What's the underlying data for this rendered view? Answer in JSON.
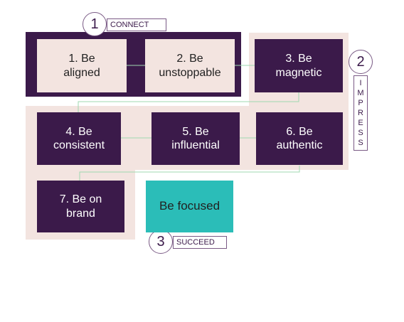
{
  "stages": [
    {
      "number": "1",
      "label": "CONNECT"
    },
    {
      "number": "2",
      "label": "IMPRESS"
    },
    {
      "number": "3",
      "label": "SUCCEED"
    }
  ],
  "steps": [
    "1. Be\naligned",
    "2. Be\nunstoppable",
    "3. Be\nmagnetic",
    "4. Be\nconsistent",
    "5. Be\ninfluential",
    "6. Be\nauthentic",
    "7. Be on\nbrand"
  ],
  "focus": "Be focused",
  "colors": {
    "dark": "#3b1a4a",
    "light": "#f3e4e0",
    "teal": "#2bbdb8",
    "connector": "#9fd8b0"
  }
}
